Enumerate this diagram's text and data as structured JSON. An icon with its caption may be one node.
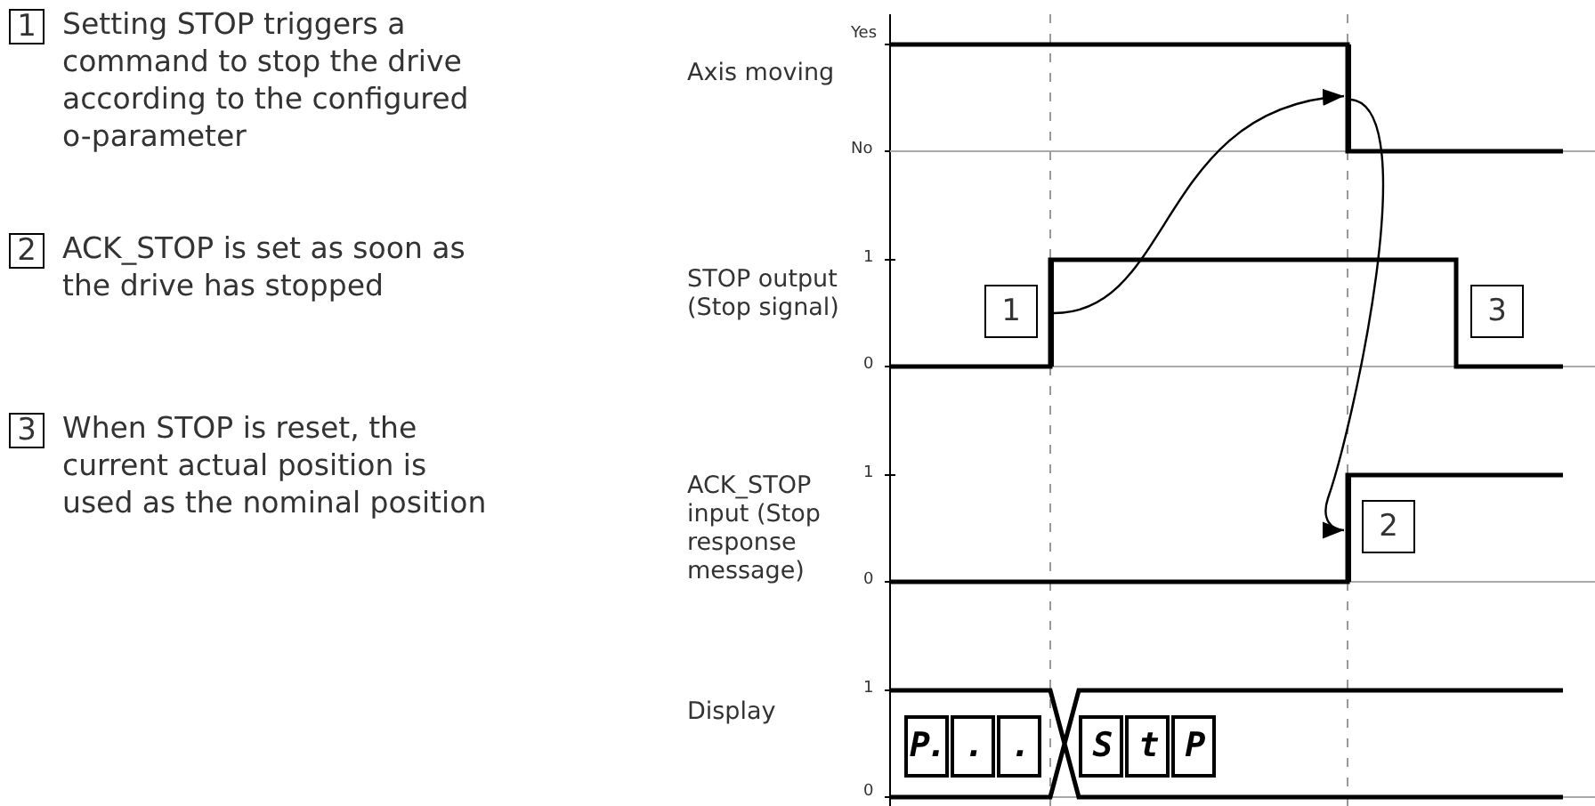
{
  "diagram": {
    "nodes": [
      {
        "text": [
          "1"
        ],
        "beside": [
          "Setting STOP triggers a command to stop the drive according to the configured o-parameter"
        ]
      },
      {
        "text": [
          "2"
        ],
        "beside": [
          "ACK_STOP is set as soon as the drive has stopped"
        ]
      },
      {
        "text": [
          "3"
        ],
        "beside": [
          "When STOP is reset, the current actual position is used as the nominal position"
        ]
      },
      {
        "text": [
          "1"
        ]
      },
      {
        "text": [
          "3"
        ]
      },
      {
        "text": [
          "2"
        ]
      },
      {
        "text": [],
        "shape": "bar"
      },
      {
        "text": [],
        "shape": "bar"
      },
      {
        "text": [],
        "shape": "bar"
      }
    ],
    "edges": [
      {
        "from": 6,
        "to": 7,
        "arrow": "to"
      },
      {
        "from": 7,
        "to": 8,
        "arrow": "to"
      }
    ],
    "labels": [
      "Yes",
      "Axis moving",
      "No",
      "1",
      "STOP output (Stop signal)",
      "0",
      "1",
      "ACK_STOP input (Stop response message)",
      "0",
      "1",
      "Display",
      "P.",
      ".",
      ".",
      "S",
      "t",
      "P",
      "0"
    ]
  }
}
